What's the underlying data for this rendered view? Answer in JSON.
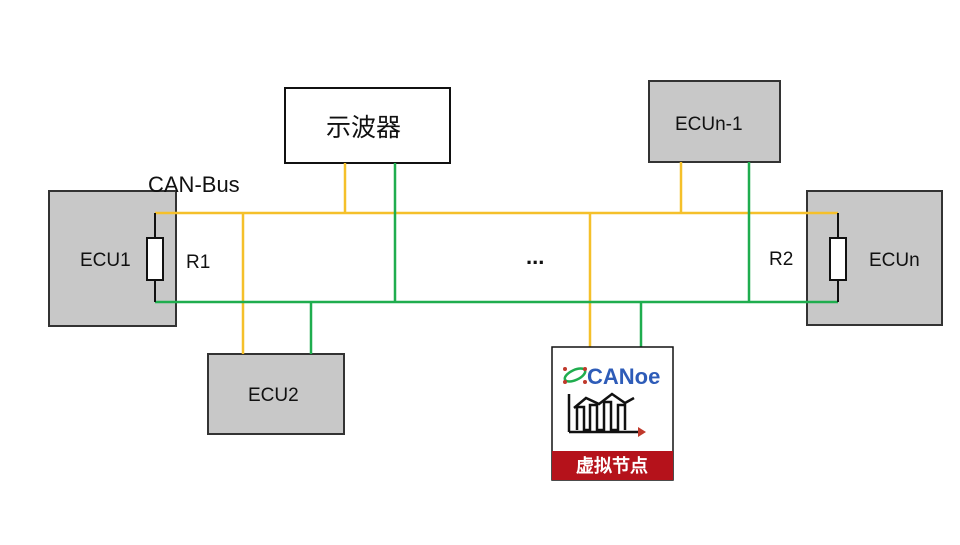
{
  "diagram": {
    "bus_label": "CAN-Bus",
    "colors": {
      "can_high": "#F5C02A",
      "can_low": "#1FAD4E",
      "node_fill": "#C8C8C8",
      "node_border": "#333333",
      "canoe_banner": "#B5121B",
      "canoe_text": "#2E5CB8"
    },
    "nodes": {
      "ecu1": "ECU1",
      "ecu2": "ECU2",
      "ecun_1": "ECUn-1",
      "ecun": "ECUn",
      "oscilloscope": "示波器"
    },
    "resistors": {
      "r1": "R1",
      "r2": "R2"
    },
    "ellipsis": "...",
    "canoe": {
      "logo_text": "CANoe",
      "banner": "虚拟节点",
      "icon": "canoe-logo-icon"
    }
  }
}
